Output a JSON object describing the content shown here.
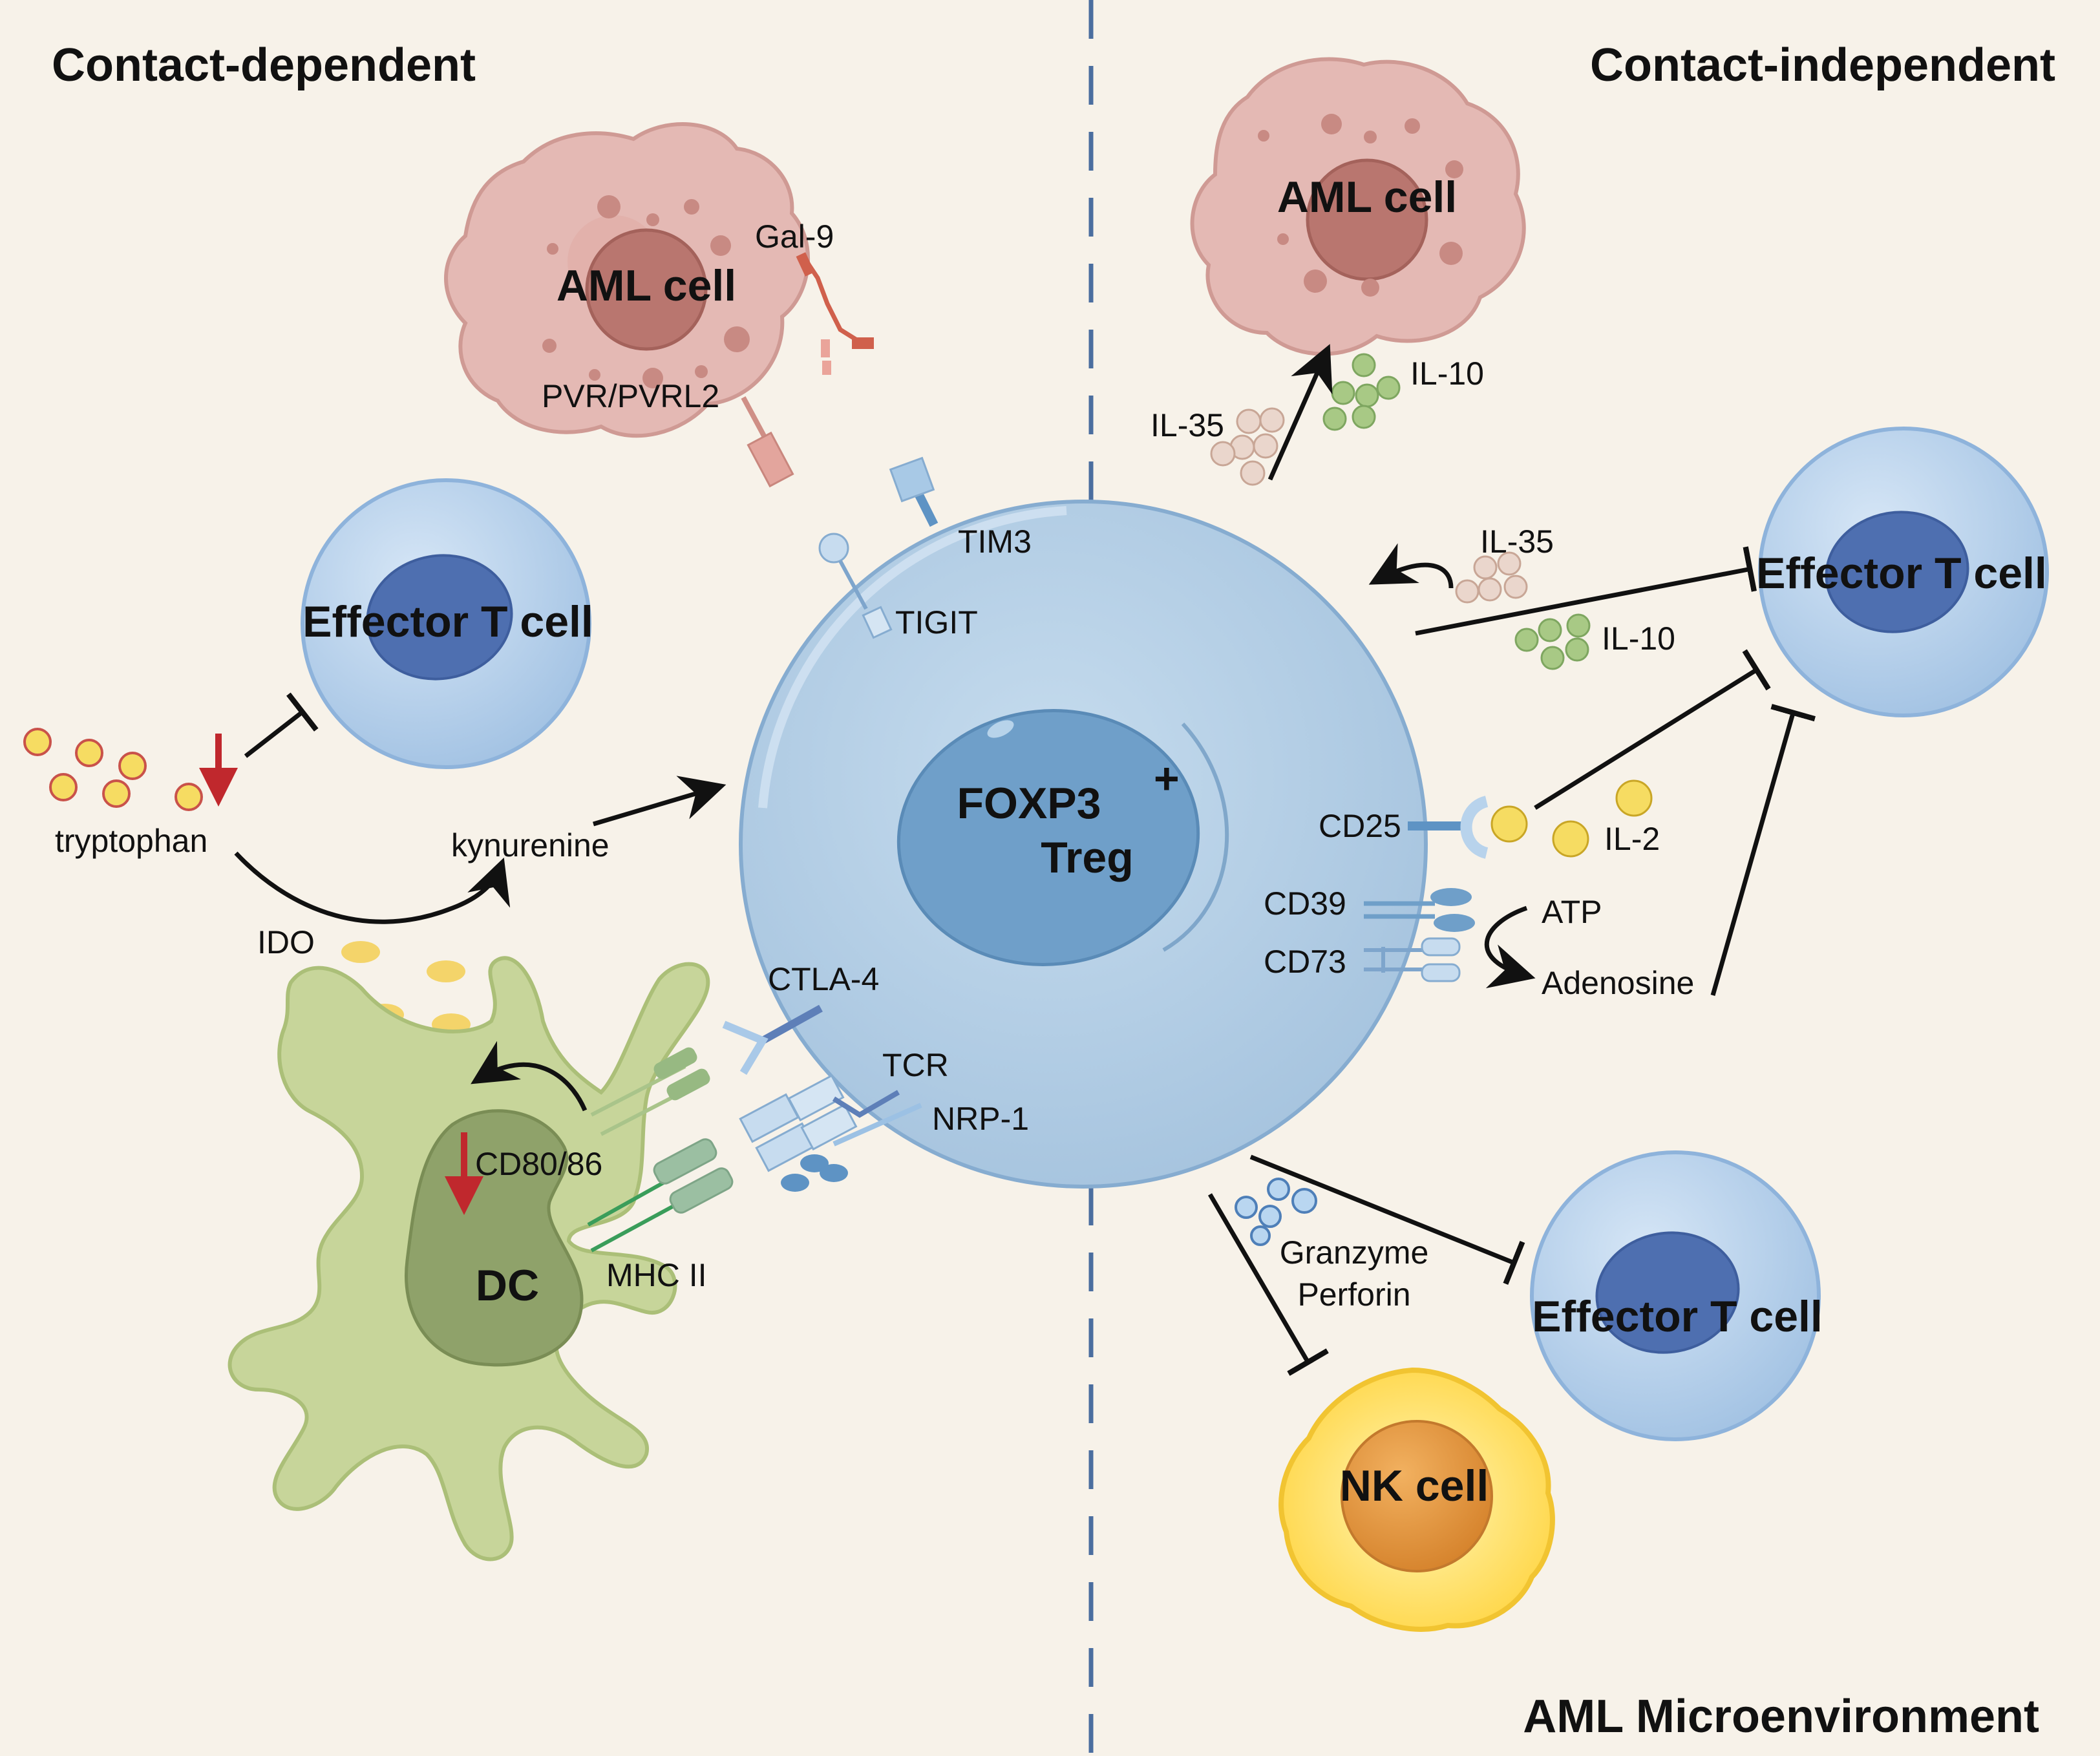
{
  "headings": {
    "left": "Contact-dependent",
    "right": "Contact-independent",
    "bottom": "AML Microenvironment"
  },
  "cells": {
    "treg_line1": "FOXP3",
    "treg_sup": "+",
    "treg_line2": "Treg",
    "aml_left": "AML cell",
    "aml_right": "AML cell",
    "effector_left": "Effector T cell",
    "effector_right_top": "Effector T cell",
    "effector_right_bottom": "Effector T cell",
    "dc": "DC",
    "nk": "NK cell"
  },
  "labels": {
    "gal9": "Gal-9",
    "pvr": "PVR/PVRL2",
    "tim3": "TIM3",
    "tigit": "TIGIT",
    "tryptophan": "tryptophan",
    "kynurenine": "kynurenine",
    "ido": "IDO",
    "ctla4": "CTLA-4",
    "tcr": "TCR",
    "nrp1": "NRP-1",
    "cd8086": "CD80/86",
    "mhc2": "MHC II",
    "il35_top": "IL-35",
    "il10_top": "IL-10",
    "il35_mid": "IL-35",
    "il10_mid": "IL-10",
    "cd25": "CD25",
    "il2": "IL-2",
    "cd39": "CD39",
    "cd73": "CD73",
    "atp": "ATP",
    "adenosine": "Adenosine",
    "granzyme": "Granzyme",
    "perforin": "Perforin"
  },
  "colors": {
    "background": "#f7f2e9",
    "treg": "#b9d2e6",
    "treg_nucleus": "#6f9fc9",
    "aml": "#e4b9b4",
    "aml_nucleus": "#b9766f",
    "effector": "#b8d3ec",
    "effector_nucleus": "#4e6fb0",
    "dc": "#c7d59a",
    "dc_nucleus": "#8fa26a",
    "nk": "#ffe06a",
    "nk_nucleus": "#e3923a",
    "divider": "#4b6e9f",
    "inhibition_arrow": "#c0282d",
    "il10": "#a8c985",
    "il35": "#ead6cc",
    "il2": "#f6dc62",
    "granzyme": "#b9d6f0"
  }
}
